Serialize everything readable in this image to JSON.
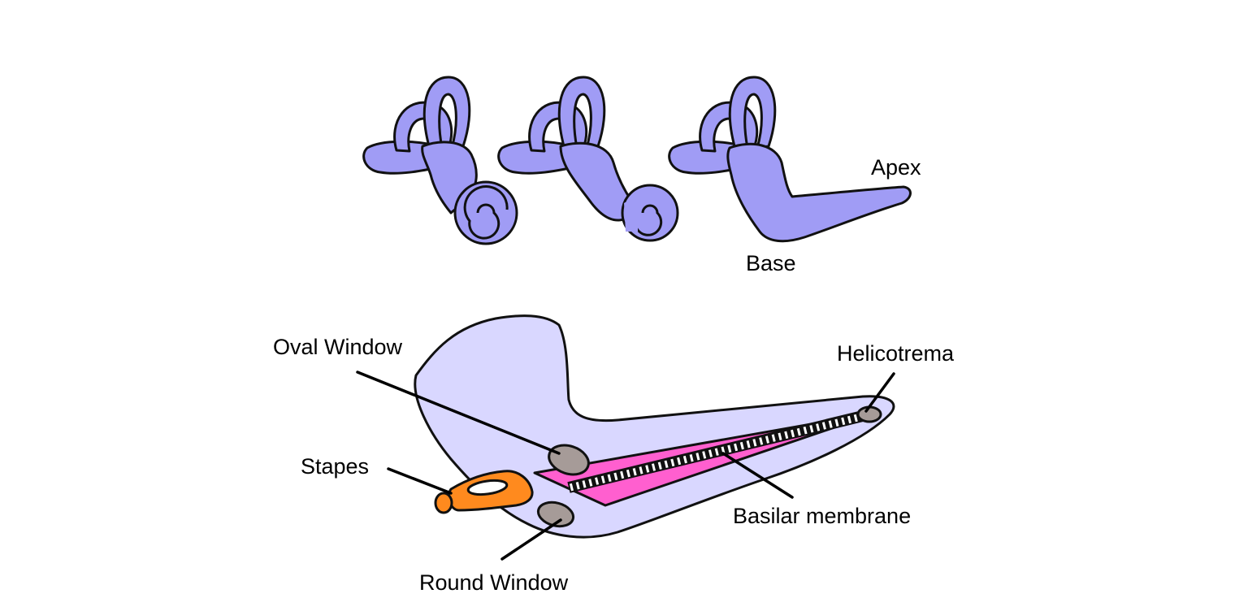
{
  "labels": {
    "apex": "Apex",
    "base": "Base",
    "oval_window": "Oval Window",
    "helicotrema": "Helicotrema",
    "stapes": "Stapes",
    "basilar_membrane": "Basilar membrane",
    "round_window": "Round Window"
  },
  "colors": {
    "inner_ear": "#a09cf5",
    "cochlea_body": "#d9d7ff",
    "basilar_strip": "#ff5fcf",
    "window": "#a69b98",
    "stapes": "#ff8a1e",
    "outline": "#111111",
    "background": "#ffffff"
  }
}
